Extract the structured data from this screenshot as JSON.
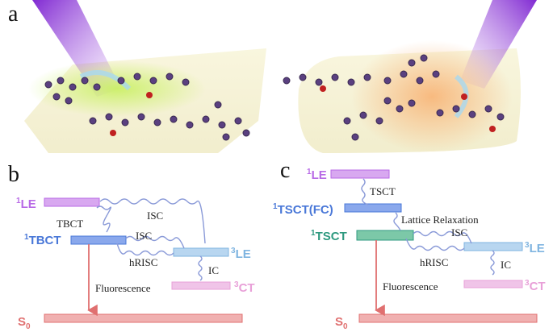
{
  "panels": {
    "a": "a",
    "b": "b",
    "c": "c"
  },
  "colors": {
    "le": "#b86ae6",
    "tbct": "#4a78d8",
    "tle": "#7fb4e0",
    "ct": "#e8a0d8",
    "s0": "#e07070",
    "tsct": "#2f9a80",
    "wave": "#8a9ad8"
  },
  "diagram_b": {
    "le_sup": "1",
    "le": "LE",
    "tbct_sup": "1",
    "tbct": "TBCT",
    "tle_sup": "3",
    "tle": "LE",
    "ct_sup": "3",
    "ct": "CT",
    "s0": "S",
    "s0_sub": "0",
    "tbct_arrow": "TBCT",
    "isc1": "ISC",
    "isc2": "ISC",
    "hrisc": "hRISC",
    "ic": "IC",
    "fluorescence": "Fluorescence"
  },
  "diagram_c": {
    "le_sup": "1",
    "le": "LE",
    "tscfc_sup": "1",
    "tscfc": "TSCT(FC)",
    "tsct_sup": "1",
    "tsct": "TSCT",
    "tle_sup": "3",
    "tle": "LE",
    "ct_sup": "3",
    "ct": "CT",
    "s0": "S",
    "s0_sub": "0",
    "tsct_arrow": "TSCT",
    "lattice": "Lattice Relaxation",
    "isc": "ISC",
    "hrisc": "hRISC",
    "ic": "IC",
    "fluorescence": "Fluorescence"
  }
}
